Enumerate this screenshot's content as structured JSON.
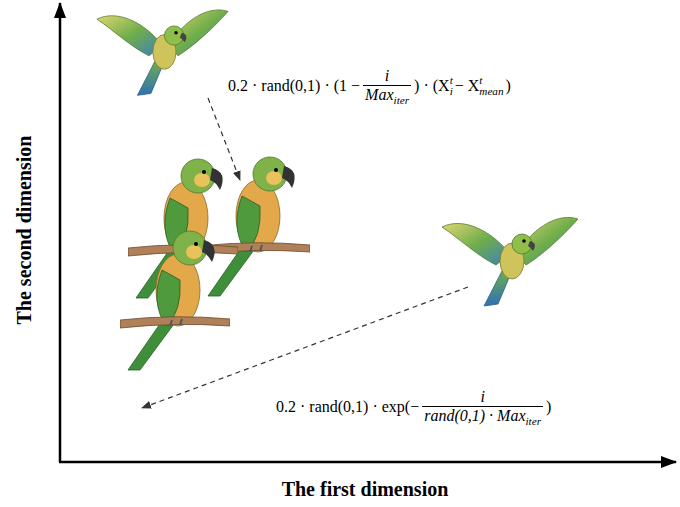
{
  "diagram": {
    "labels": [
      "The second dimension",
      "The first dimension",
      "0.2 · rand(0,1) · (1 −",
      "i",
      "Max",
      "iter",
      ") · (X",
      "i",
      "t",
      "− X",
      "mean",
      "t",
      ")",
      "0.2 · rand(0,1) · exp(−",
      "i",
      "rand(0,1) · Max",
      "iter",
      ")"
    ]
  }
}
